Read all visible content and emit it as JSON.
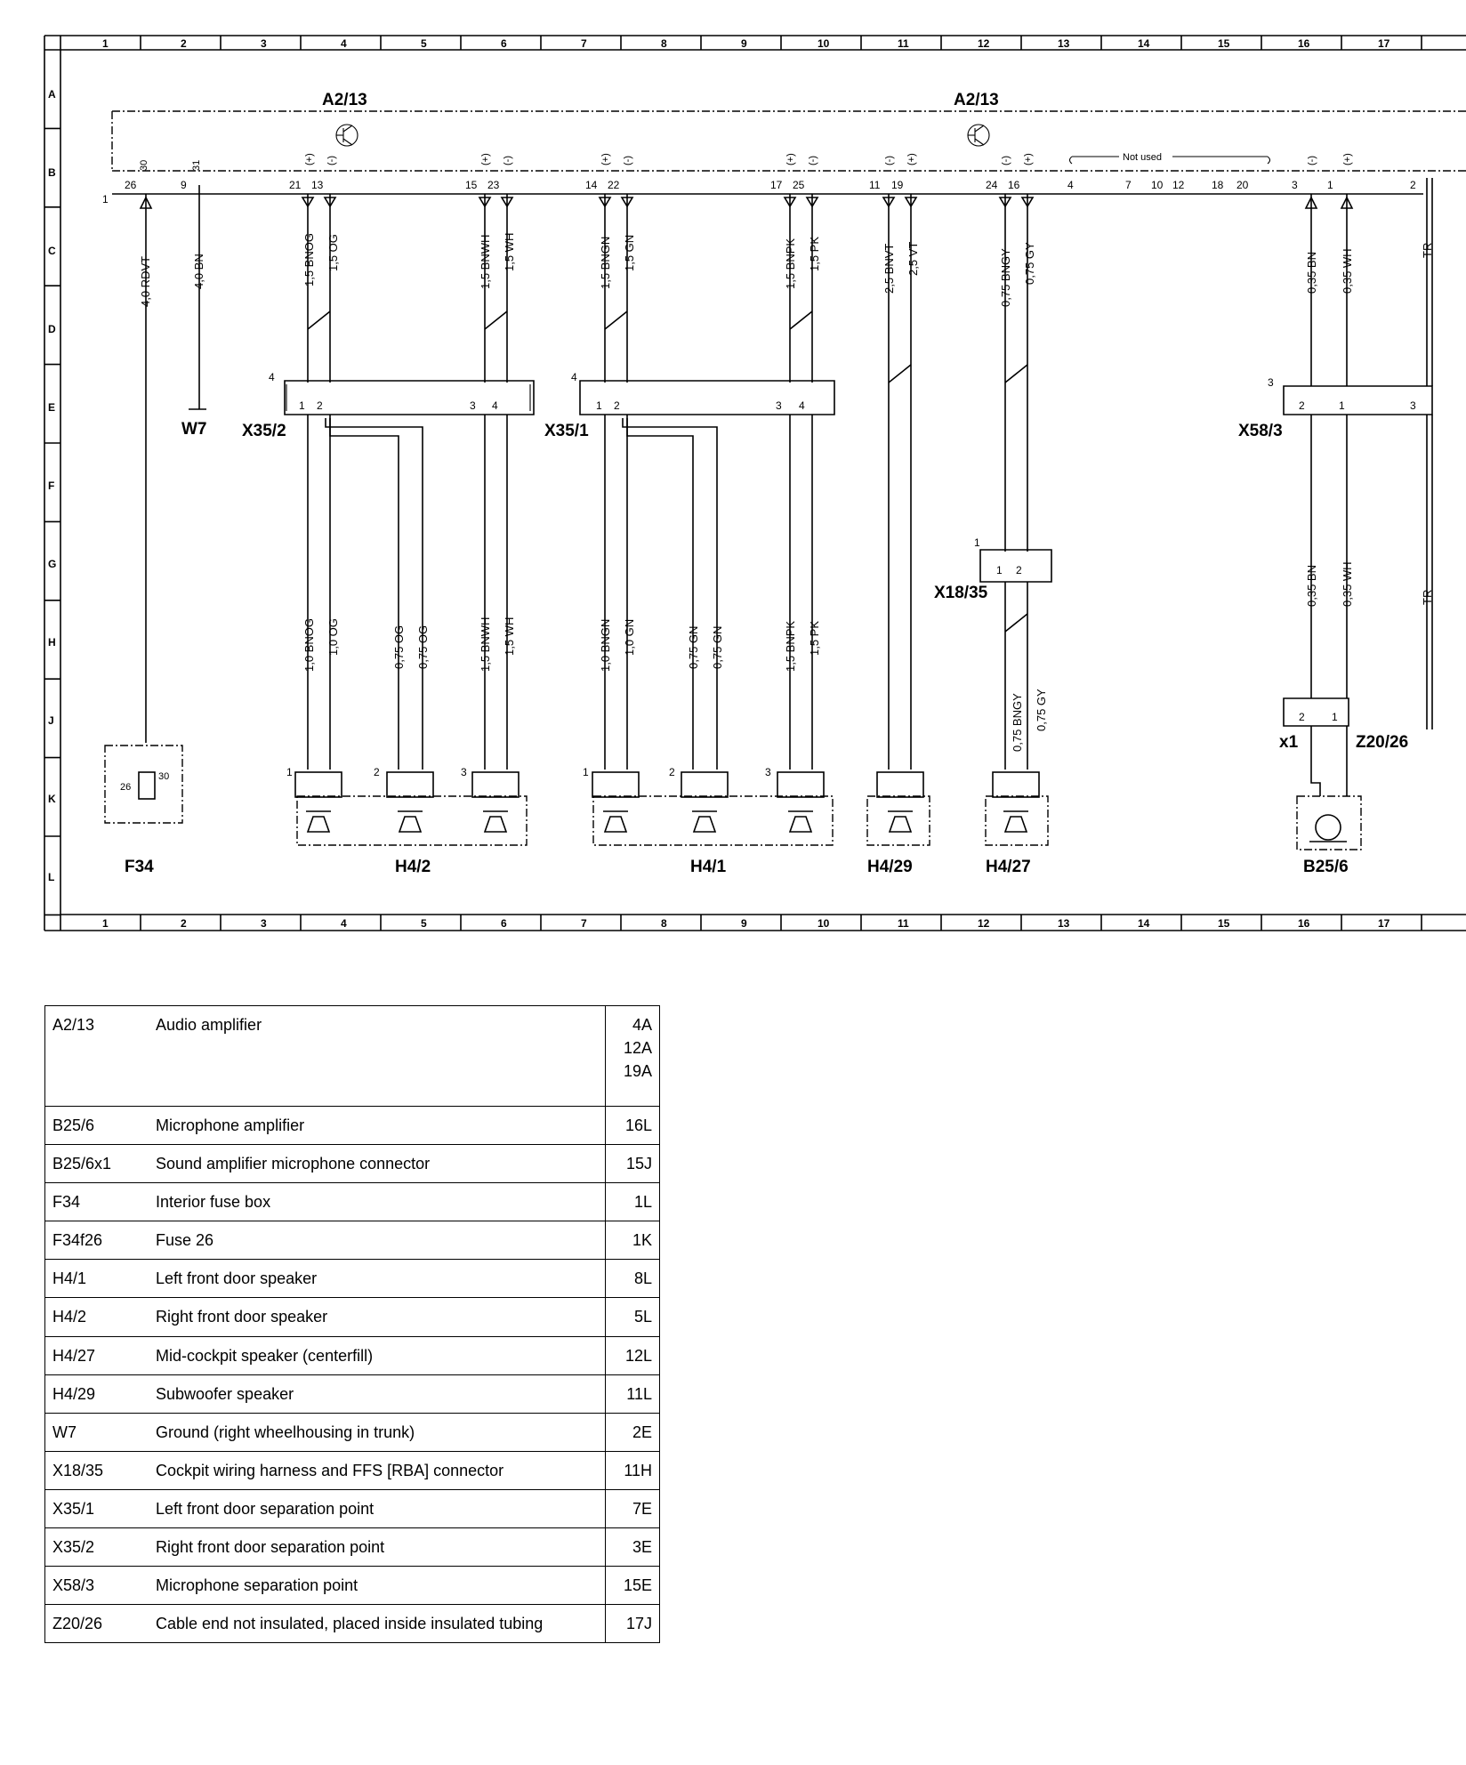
{
  "grid": {
    "columns": [
      "1",
      "2",
      "3",
      "4",
      "5",
      "6",
      "7",
      "8",
      "9",
      "10",
      "11",
      "12",
      "13",
      "14",
      "15",
      "16",
      "17"
    ],
    "rows": [
      "A",
      "B",
      "C",
      "D",
      "E",
      "F",
      "G",
      "H",
      "J",
      "K",
      "L"
    ]
  },
  "components": {
    "a2_13_left": "A2/13",
    "a2_13_right": "A2/13",
    "not_used": "Not used",
    "w7": "W7",
    "x35_2": "X35/2",
    "x35_1": "X35/1",
    "x58_3": "X58/3",
    "x18_35": "X18/35",
    "x1": "x1",
    "z20_26": "Z20/26",
    "f34": "F34",
    "h4_2": "H4/2",
    "h4_1": "H4/1",
    "h4_29": "H4/29",
    "h4_27": "H4/27",
    "b25_6": "B25/6"
  },
  "amp_pins": {
    "p1": "1",
    "p26": "26",
    "p9": "9",
    "p21": "21",
    "p13": "13",
    "p15": "15",
    "p23": "23",
    "p14": "14",
    "p22": "22",
    "p17": "17",
    "p25": "25",
    "p11": "11",
    "p19": "19",
    "p24": "24",
    "p16": "16",
    "p4": "4",
    "p7": "7",
    "p10": "10",
    "p12": "12",
    "p18": "18",
    "p20": "20",
    "p3": "3",
    "p1b": "1",
    "p2": "2",
    "t30": "30",
    "t31": "31",
    "plus": "(+)",
    "minus": "(-)"
  },
  "wires_top": {
    "rdvt": "4,0 RDVT",
    "bn4": "4,0 BN",
    "bnog": "1,5 BNOG",
    "og": "1,5 OG",
    "bnwh": "1,5 BNWH",
    "wh": "1,5 WH",
    "bngn": "1,5 BNGN",
    "gn": "1,5 GN",
    "bnpk": "1,5 BNPK",
    "pk": "1,5 PK",
    "bnvt": "2,5 BNVT",
    "vt": "2,5 VT",
    "bngy": "0,75 BNGY",
    "gy": "0,75 GY",
    "bn035": "0,35 BN",
    "wh035": "0,35 WH",
    "tr": "TR"
  },
  "wires_bottom": {
    "bnog": "1,0 BNOG",
    "og": "1,0 OG",
    "og75a": "0,75 OG",
    "og75b": "0,75 OG",
    "bnwh": "1,5 BNWH",
    "wh": "1,5 WH",
    "bngn": "1,0 BNGN",
    "gn": "1,0 GN",
    "gn75a": "0,75 GN",
    "gn75b": "0,75 GN",
    "bnpk": "1,5 BNPK",
    "pk": "1,5 PK",
    "bngy": "0,75 BNGY",
    "gy": "0,75 GY",
    "bn035": "0,35 BN",
    "wh035": "0,35 WH",
    "tr": "TR"
  },
  "connector_pins": {
    "c4": "4",
    "c3": "3",
    "n1": "1",
    "n2": "2",
    "n3": "3",
    "n4": "4",
    "f26": "26",
    "f30": "30"
  },
  "legend": [
    {
      "code": "A2/13",
      "desc": "Audio amplifier",
      "loc": [
        "4A",
        "12A",
        "19A"
      ]
    },
    {
      "code": "B25/6",
      "desc": "Microphone amplifier",
      "loc": [
        "16L"
      ]
    },
    {
      "code": "B25/6x1",
      "desc": "Sound amplifier microphone connector",
      "loc": [
        "15J"
      ]
    },
    {
      "code": "F34",
      "desc": "Interior fuse box",
      "loc": [
        "1L"
      ]
    },
    {
      "code": "F34f26",
      "desc": "Fuse 26",
      "loc": [
        "1K"
      ]
    },
    {
      "code": "H4/1",
      "desc": "Left front door speaker",
      "loc": [
        "8L"
      ]
    },
    {
      "code": "H4/2",
      "desc": "Right front door speaker",
      "loc": [
        "5L"
      ]
    },
    {
      "code": "H4/27",
      "desc": "Mid-cockpit speaker (centerfill)",
      "loc": [
        "12L"
      ]
    },
    {
      "code": "H4/29",
      "desc": "Subwoofer speaker",
      "loc": [
        "11L"
      ]
    },
    {
      "code": "W7",
      "desc": "Ground (right wheelhousing in trunk)",
      "loc": [
        "2E"
      ]
    },
    {
      "code": "X18/35",
      "desc": "Cockpit wiring harness and FFS [RBA] connector",
      "loc": [
        "11H"
      ]
    },
    {
      "code": "X35/1",
      "desc": "Left front door separation point",
      "loc": [
        "7E"
      ]
    },
    {
      "code": "X35/2",
      "desc": "Right front door separation point",
      "loc": [
        "3E"
      ]
    },
    {
      "code": "X58/3",
      "desc": "Microphone separation point",
      "loc": [
        "15E"
      ]
    },
    {
      "code": "Z20/26",
      "desc": "Cable end not insulated, placed inside insulated tubing",
      "loc": [
        "17J"
      ]
    }
  ]
}
